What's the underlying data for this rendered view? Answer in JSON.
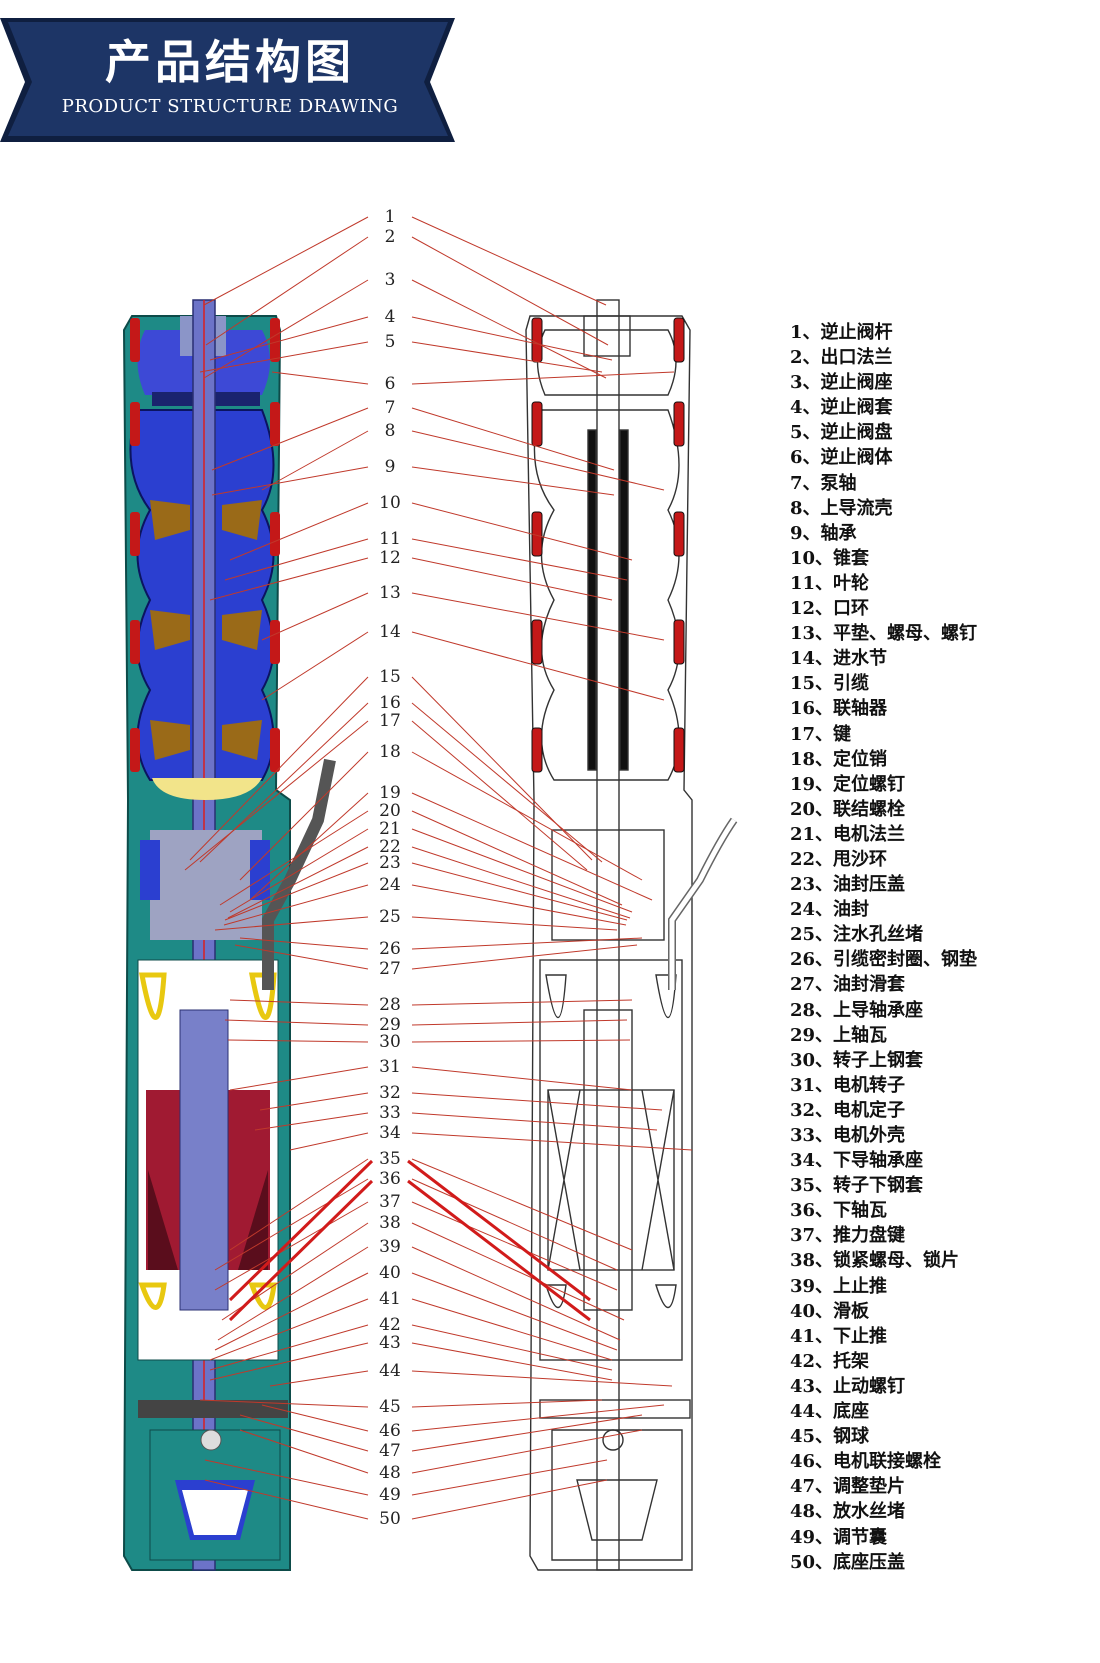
{
  "header": {
    "title": "产品结构图",
    "subtitle": "PRODUCT STRUCTURE DRAWING"
  },
  "colors": {
    "banner": "#1d3566",
    "pump_body": "#1e8a86",
    "impeller_chamber": "#2b3fd0",
    "guide_vane": "#9a6a18",
    "stator": "#a01a32",
    "winding": "#e8c810",
    "callout_line": "#c0392b",
    "bolt": "#c41818"
  },
  "diagram": {
    "callout_numbers": [
      "1",
      "2",
      "3",
      "4",
      "5",
      "6",
      "7",
      "8",
      "9",
      "10",
      "11",
      "12",
      "13",
      "14",
      "15",
      "16",
      "17",
      "18",
      "19",
      "20",
      "21",
      "22",
      "23",
      "24",
      "25",
      "26",
      "27",
      "28",
      "29",
      "30",
      "31",
      "32",
      "33",
      "34",
      "35",
      "36",
      "37",
      "38",
      "39",
      "40",
      "41",
      "42",
      "43",
      "44",
      "45",
      "46",
      "47",
      "48",
      "49",
      "50"
    ]
  },
  "legend": [
    "1、逆止阀杆",
    "2、出口法兰",
    "3、逆止阀座",
    "4、逆止阀套",
    "5、逆止阀盘",
    "6、逆止阀体",
    "7、泵轴",
    "8、上导流壳",
    "9、轴承",
    "10、锥套",
    "11、叶轮",
    "12、口环",
    "13、平垫、螺母、螺钉",
    "14、进水节",
    "15、引缆",
    "16、联轴器",
    "17、键",
    "18、定位销",
    "19、定位螺钉",
    "20、联结螺栓",
    "21、电机法兰",
    "22、甩沙环",
    "23、油封压盖",
    "24、油封",
    "25、注水孔丝堵",
    "26、引缆密封圈、钢垫",
    "27、油封滑套",
    "28、上导轴承座",
    "29、上轴瓦",
    "30、转子上钢套",
    "31、电机转子",
    "32、电机定子",
    "33、电机外壳",
    "34、下导轴承座",
    "35、转子下钢套",
    "36、下轴瓦",
    "37、推力盘键",
    "38、锁紧螺母、锁片",
    "39、上止推",
    "40、滑板",
    "41、下止推",
    "42、托架",
    "43、止动螺钉",
    "44、底座",
    "45、钢球",
    "46、电机联接螺栓",
    "47、调整垫片",
    "48、放水丝堵",
    "49、调节囊",
    "50、底座压盖"
  ]
}
